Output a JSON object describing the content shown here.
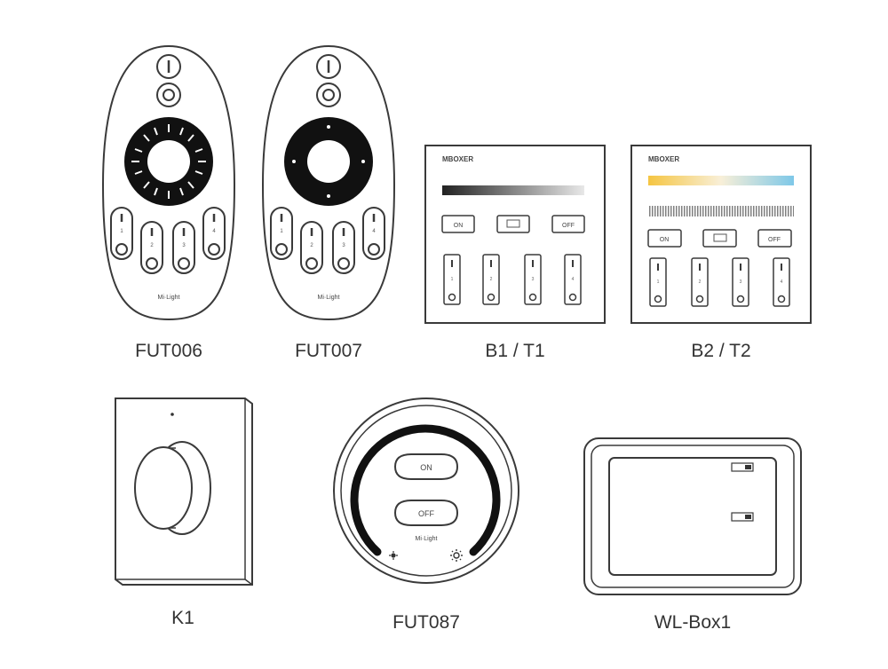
{
  "products": [
    {
      "id": "fut006",
      "caption": "FUT006",
      "brand": "Mi·Light",
      "zones": [
        "1",
        "2",
        "3",
        "4"
      ]
    },
    {
      "id": "fut007",
      "caption": "FUT007",
      "brand": "Mi·Light",
      "zones": [
        "1",
        "2",
        "3",
        "4"
      ]
    },
    {
      "id": "b1t1",
      "caption": "B1 / T1",
      "brand": "MBOXER",
      "on": "ON",
      "off": "OFF",
      "zones": [
        "1",
        "2",
        "3",
        "4"
      ]
    },
    {
      "id": "b2t2",
      "caption": "B2 / T2",
      "brand": "MBOXER",
      "on": "ON",
      "off": "OFF",
      "zones": [
        "1",
        "2",
        "3",
        "4"
      ]
    },
    {
      "id": "k1",
      "caption": "K1"
    },
    {
      "id": "fut087",
      "caption": "FUT087",
      "on": "ON",
      "off": "OFF",
      "brand": "Mi·Light"
    },
    {
      "id": "wlbox1",
      "caption": "WL-Box1"
    }
  ],
  "colors": {
    "stroke": "#3a3a3a",
    "fill_dark": "#111111",
    "warm": "#f5c542",
    "cool": "#7ec8e8"
  }
}
